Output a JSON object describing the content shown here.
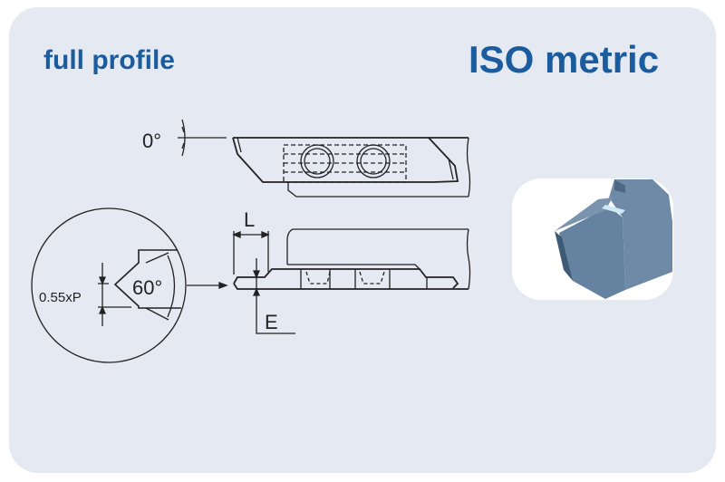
{
  "header": {
    "profile_type": "full profile",
    "thread_standard": "ISO metric"
  },
  "drawing": {
    "clearance_angle": "0°",
    "flank_angle": "60°",
    "tip_height": "0.55xP",
    "dim_length": "L",
    "dim_e": "E"
  },
  "colors": {
    "title": "#1b5c9e",
    "card": "#e5e9f2",
    "insert": "#6f8aa6"
  },
  "icons": {
    "insert_photo": "grooving-insert-render"
  }
}
